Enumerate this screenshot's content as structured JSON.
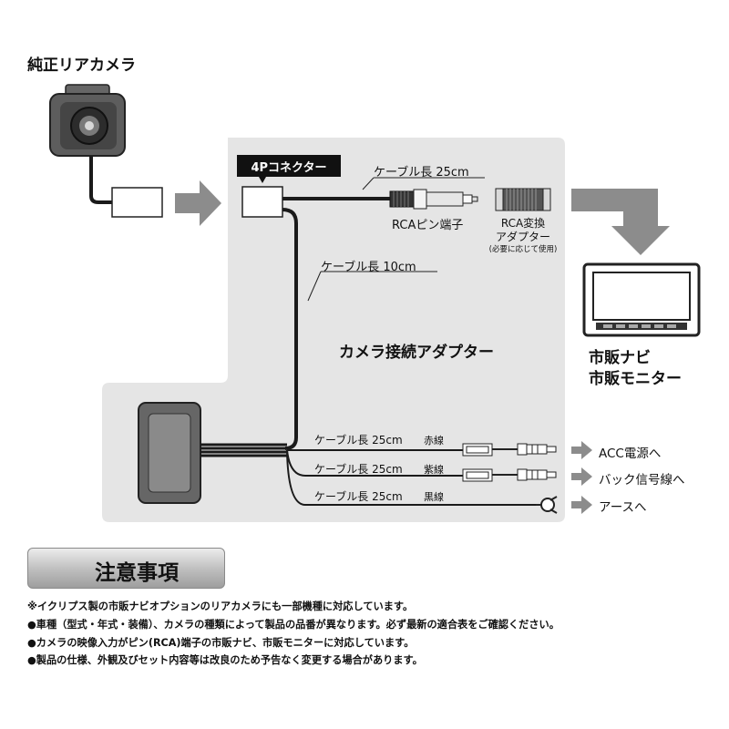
{
  "diagram": {
    "camera_label": "純正リアカメラ",
    "connector_label": "4Pコネクター",
    "cable_rca_length": "ケーブル長 25cm",
    "rca_pin_label": "RCAピン端子",
    "rca_converter_line1": "RCA変換",
    "rca_converter_line2": "アダプター",
    "rca_converter_note": "(必要に応じて使用)",
    "cable_10cm_length": "ケーブル長 10cm",
    "adapter_label": "カメラ接続アダプター",
    "monitor_line1": "市販ナビ",
    "monitor_line2": "市販モニター",
    "wires": [
      {
        "length": "ケーブル長 25cm",
        "color_name": "赤線",
        "destination": "ACC電源へ"
      },
      {
        "length": "ケーブル長 25cm",
        "color_name": "紫線",
        "destination": "バック信号線へ"
      },
      {
        "length": "ケーブル長 25cm",
        "color_name": "黒線",
        "destination": "アースへ"
      }
    ]
  },
  "caution": {
    "title": "注意事項",
    "notes": [
      "※イクリプス製の市販ナビオプションのリアカメラにも一部機種に対応しています。",
      "●車種（型式・年式・装備）、カメラの種類によって製品の品番が異なります。必ず最新の適合表をご確認ください。",
      "●カメラの映像入力がピン(RCA)端子の市販ナビ、市販モニターに対応しています。",
      "●製品の仕様、外観及びセット内容等は改良のため予告なく変更する場合があります。"
    ]
  },
  "colors": {
    "panel": "#e5e5e5",
    "arrow": "#8c8c8c",
    "cable": "#1a1a1a"
  }
}
